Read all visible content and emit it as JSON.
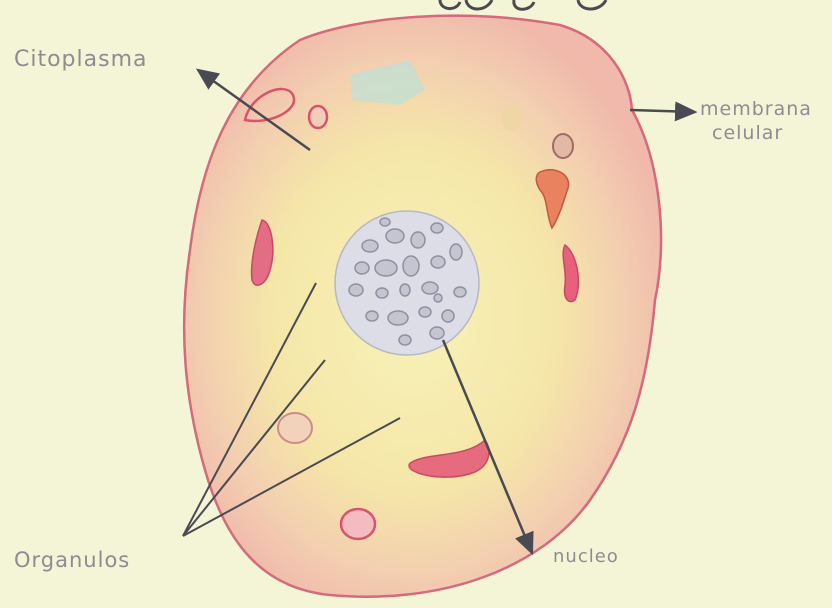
{
  "diagram": {
    "labels": {
      "cytoplasm": "Citoplasma",
      "membrane_line1": "membrana",
      "membrane_line2": "celular",
      "organelles": "Organulos",
      "nucleus": "nucleo"
    },
    "colors": {
      "paper": "#f4f5d6",
      "cell_fill": "#f2c5b4",
      "cell_outline": "#d46a7c",
      "cytoplasm_inner": "#f5ecaa",
      "organelle": "#e8878d",
      "organelle_dark": "#d9546a",
      "nucleus_fill": "#dcdde6",
      "arrow": "#4a4a52"
    }
  }
}
